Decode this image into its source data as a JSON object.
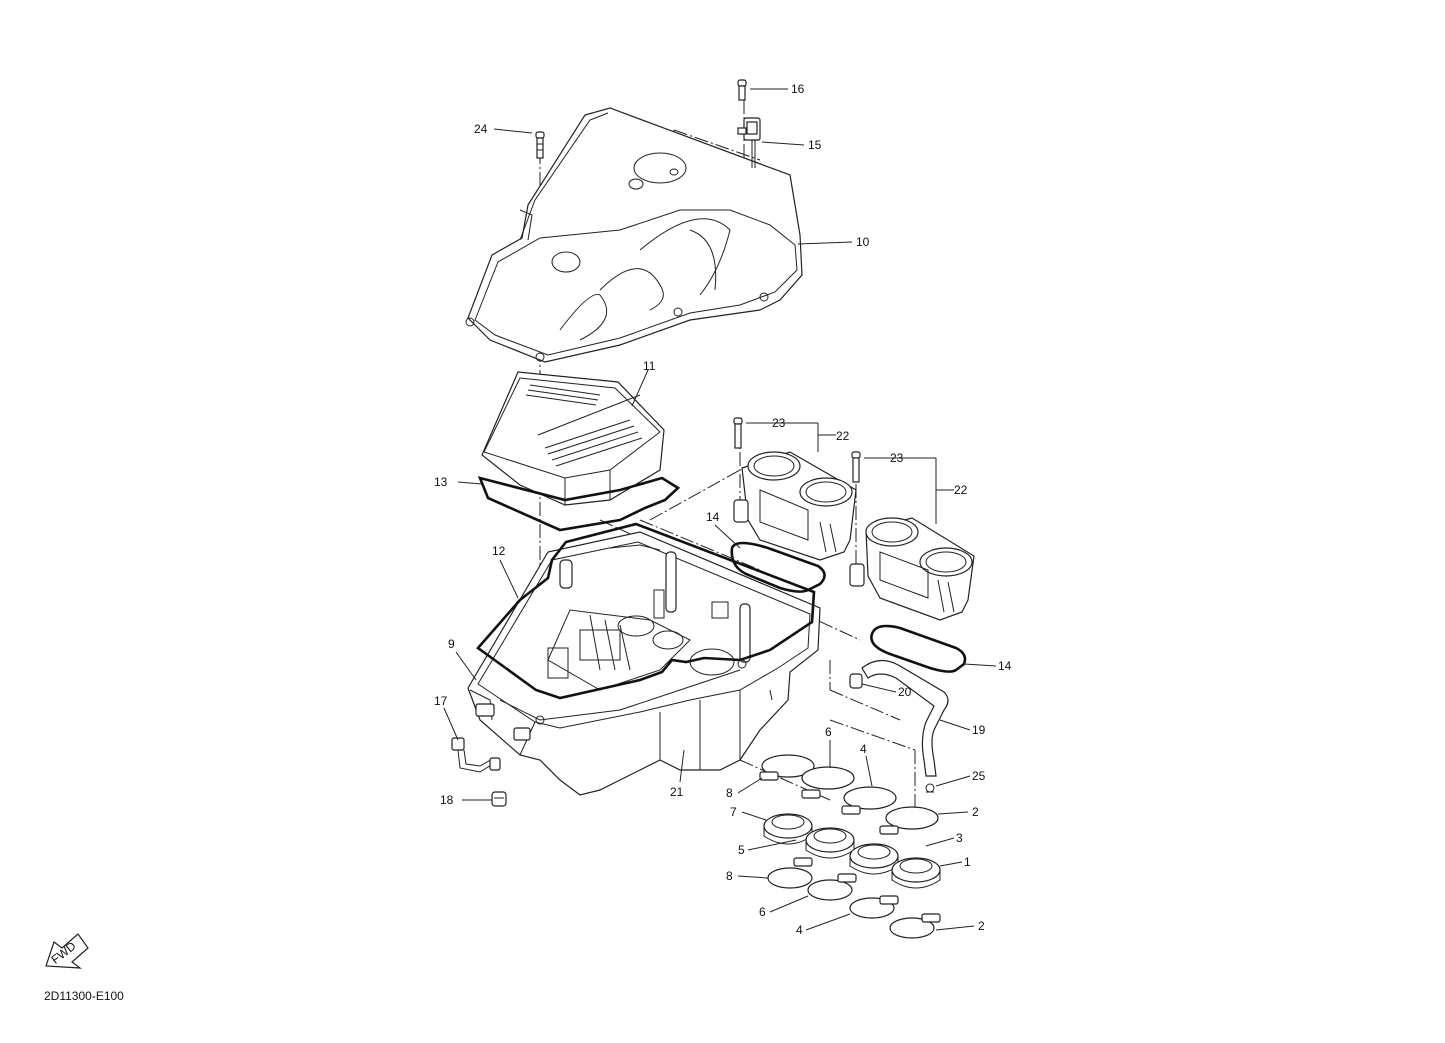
{
  "diagram": {
    "drawing_code": "2D11300-E100",
    "fwd_label": "FWD",
    "callouts": {
      "c1": "1",
      "c2a": "2",
      "c2b": "2",
      "c3": "3",
      "c4a": "4",
      "c4b": "4",
      "c5": "5",
      "c6a": "6",
      "c6b": "6",
      "c7": "7",
      "c8a": "8",
      "c8b": "8",
      "c9": "9",
      "c10": "10",
      "c11": "11",
      "c12": "12",
      "c13": "13",
      "c14a": "14",
      "c14b": "14",
      "c15": "15",
      "c16": "16",
      "c17": "17",
      "c18": "18",
      "c19": "19",
      "c20": "20",
      "c21": "21",
      "c22a": "22",
      "c22b": "22",
      "c23a": "23",
      "c23b": "23",
      "c24": "24",
      "c25": "25"
    }
  }
}
